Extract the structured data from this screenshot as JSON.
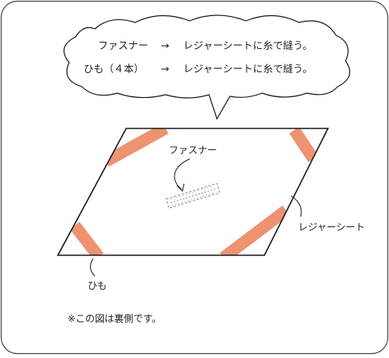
{
  "bubble": {
    "line1": {
      "left": "ファスナー",
      "arrow": "→",
      "right": "レジャーシートに糸で縫う。"
    },
    "line2": {
      "left": "ひも（４本）",
      "arrow": "→",
      "right": "レジャーシートに糸で縫う。"
    }
  },
  "labels": {
    "zipper": "ファスナー",
    "sheet": "レジャーシート",
    "string": "ひも",
    "note": "※この図は裏側です。"
  },
  "colors": {
    "string": "#ee9271",
    "outline": "#1a1a1a",
    "zipper": "#8a8a8a"
  }
}
